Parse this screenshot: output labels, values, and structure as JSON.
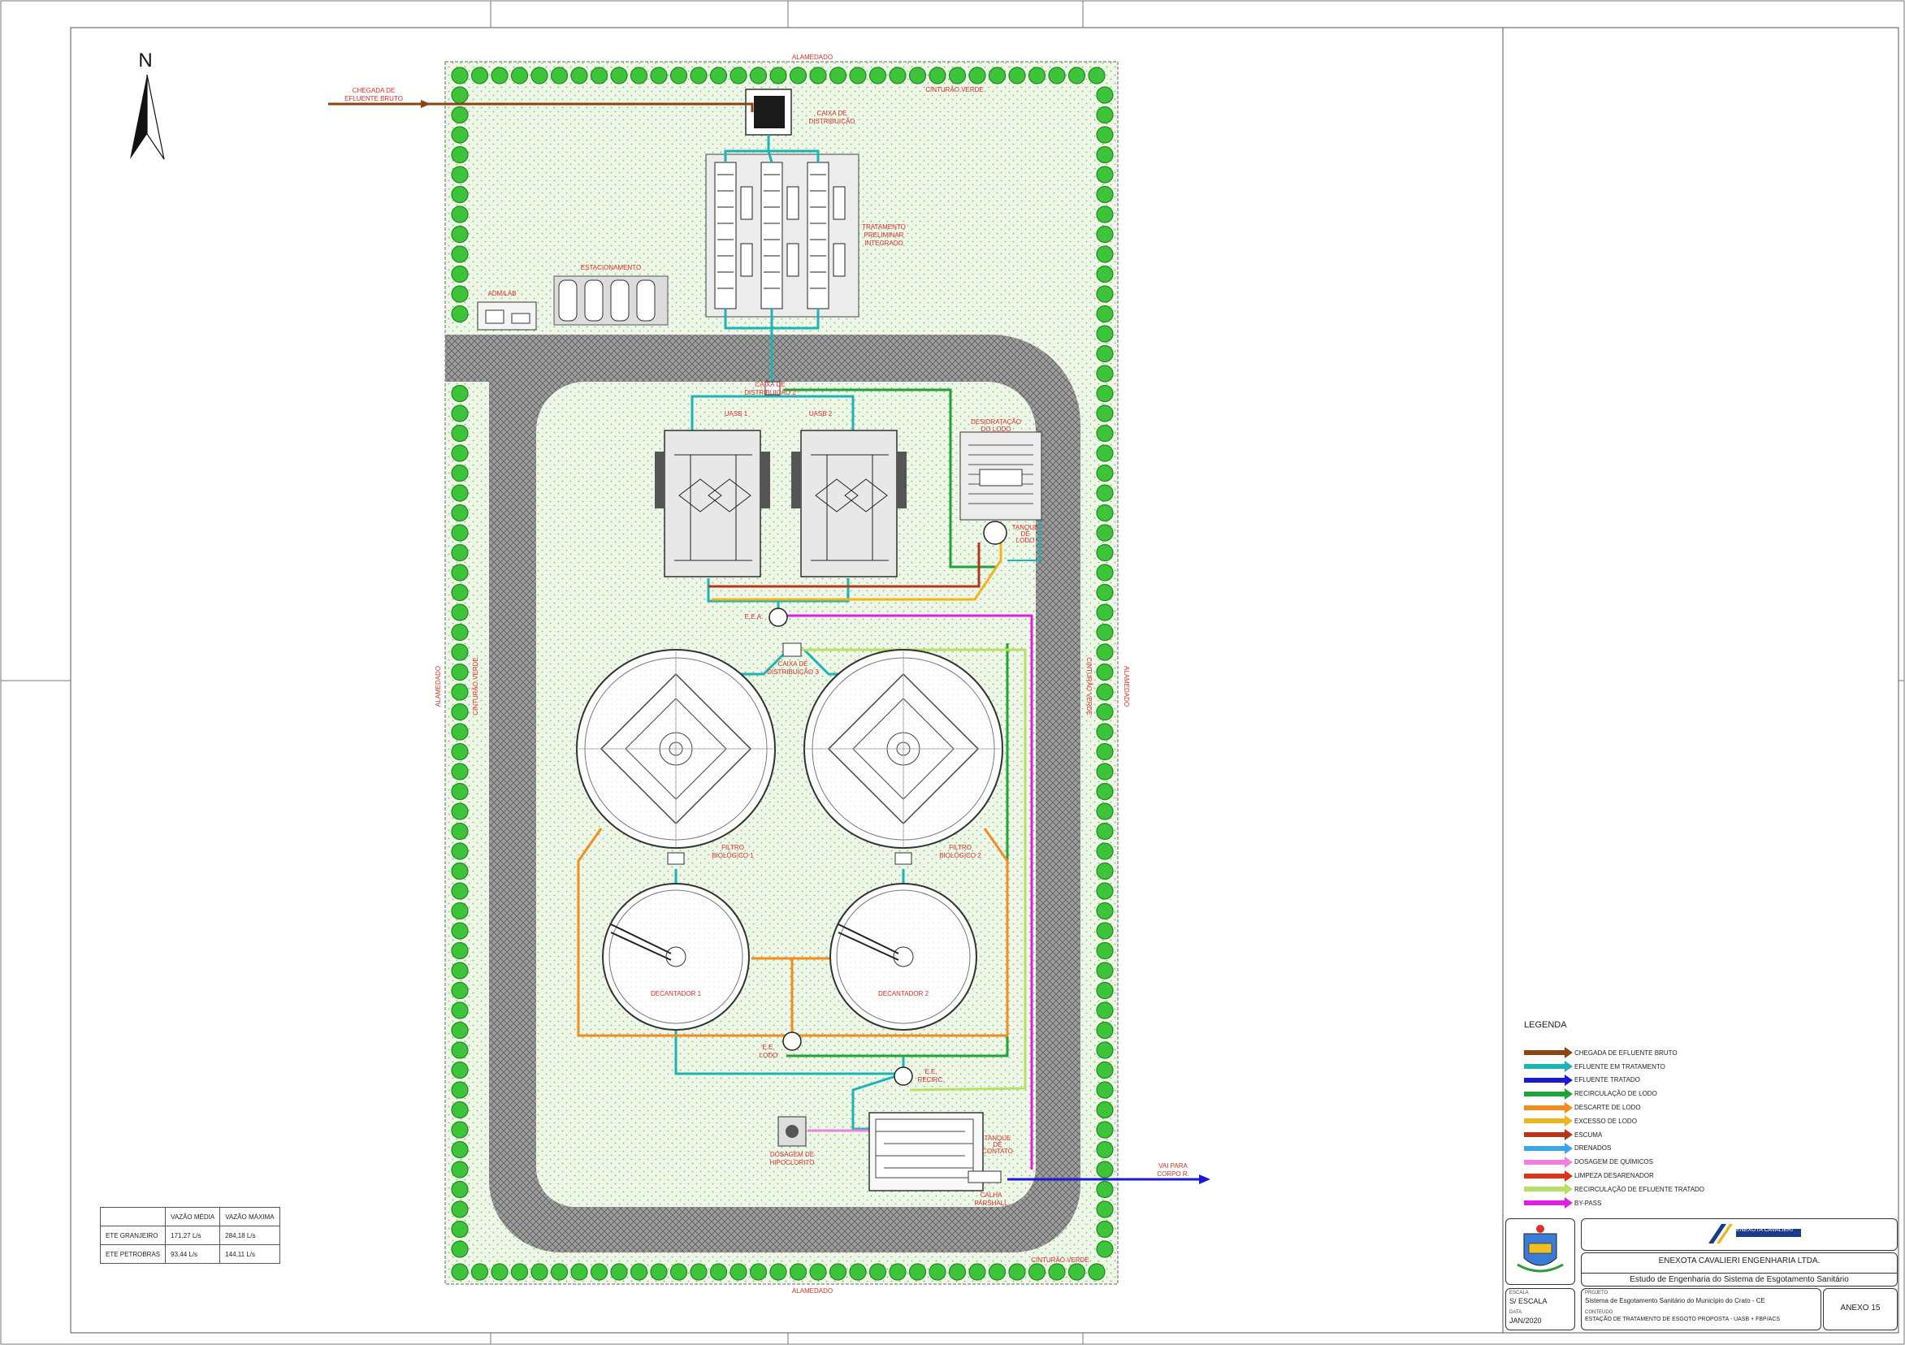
{
  "north": {
    "label": "N"
  },
  "labels": {
    "alameda_top": "ALAMEDADO",
    "alameda_bottom": "ALAMEDADO",
    "alameda_left": "ALAMEDADO",
    "alameda_right": "ALAMEDADO",
    "cinturao_top": "CINTURÃO VERDE",
    "cinturao_left": "CINTURÃO VERDE",
    "cinturao_right": "CINTURÃO VERDE",
    "cinturao_bottom": "CINTURÃO VERDE",
    "chegada": [
      "CHEGADA DE",
      "EFLUENTE BRUTO"
    ],
    "caixa_dist_1": [
      "CAIXA DE",
      "DISTRIBUIÇÃO"
    ],
    "tratamento": [
      "TRATAMENTO",
      "PRELIMINAR",
      "INTEGRADO"
    ],
    "estacionamento": "ESTACIONAMENTO",
    "adm": "ADM/LAB",
    "caixa_dist_2": [
      "CAIXA DE",
      "DISTRIBUIÇÃO 2"
    ],
    "uasb1": "UASB 1",
    "uasb2": "UASB 2",
    "desidratacao": [
      "DESIDRATAÇÃO",
      "DO LODO"
    ],
    "tanque_lodo": [
      "TANQUE",
      "DE",
      "LODO"
    ],
    "eea": "E.E.A.",
    "caixa_dist_3": [
      "CAIXA DE",
      "DISTRIBUIÇÃO 3"
    ],
    "filtro1": [
      "FILTRO",
      "BIOLÓGICO 1"
    ],
    "filtro2": [
      "FILTRO",
      "BIOLÓGICO 2"
    ],
    "decantador1": "DECANTADOR 1",
    "decantador2": "DECANTADOR 2",
    "ee_lodo": [
      "E.E.",
      "LODO"
    ],
    "ee_recirc": [
      "E.E.",
      "RECIRC."
    ],
    "dosagem": [
      "DOSAGEM DE",
      "HIPOCLORITO"
    ],
    "tanque_contato": [
      "TANQUE",
      "DE",
      "CONTATO"
    ],
    "calha": [
      "CALHA",
      "PARSHALL"
    ],
    "via_corpo": [
      "VAI PARA",
      "CORPO R."
    ]
  },
  "flow_table": {
    "headers": [
      "",
      "VAZÃO MÉDIA",
      "VAZÃO MÁXIMA"
    ],
    "rows": [
      [
        "ETE GRANJEIRO",
        "171,27 L/s",
        "284,18 L/s"
      ],
      [
        "ETE PETROBRAS",
        "93,44 L/s",
        "144,11 L/s"
      ]
    ]
  },
  "legend": {
    "title": "LEGENDA",
    "items": [
      {
        "label": "CHEGADA DE EFLUENTE BRUTO",
        "color": "#8b4513"
      },
      {
        "label": "EFLUENTE EM TRATAMENTO",
        "color": "#1fb3b3"
      },
      {
        "label": "EFLUENTE TRATADO",
        "color": "#1a1ad6"
      },
      {
        "label": "RECIRCULAÇÃO DE LODO",
        "color": "#1fa33a"
      },
      {
        "label": "DESCARTE DE LODO",
        "color": "#f28c1e"
      },
      {
        "label": "EXCESSO DE LODO",
        "color": "#f0b41e"
      },
      {
        "label": "ESCUMA",
        "color": "#b5361a"
      },
      {
        "label": "DRENADOS",
        "color": "#3aa6e8"
      },
      {
        "label": "DOSAGEM DE QUÍMICOS",
        "color": "#f080e0"
      },
      {
        "label": "LIMPEZA DESARENADOR",
        "color": "#e0341a"
      },
      {
        "label": "RECIRCULAÇÃO DE EFLUENTE TRATADO",
        "color": "#b8e066"
      },
      {
        "label": "BY-PASS",
        "color": "#e020e0"
      }
    ]
  },
  "title_block": {
    "company": "ENEXOTA CAVALIERI ENGENHARIA LTDA.",
    "study": "Estudo de Engenharia do Sistema de Esgotamento Sanitário",
    "escala_label": "ESCALA",
    "escala": "S/ ESCALA",
    "data_label": "DATA",
    "data": "JAN/2020",
    "projeto_label": "PROJETO",
    "projeto": "Sistema de Esgotamento Sanitário do Município do Crato - CE",
    "conteudo_label": "CONTEÚDO",
    "conteudo": "ESTAÇÃO DE TRATAMENTO DE ESGOTO PROPOSTA - UASB + FBP/ACS",
    "anexo": "ANEXO 15",
    "logo_text": "ENEXOTA CAVALIERI"
  }
}
